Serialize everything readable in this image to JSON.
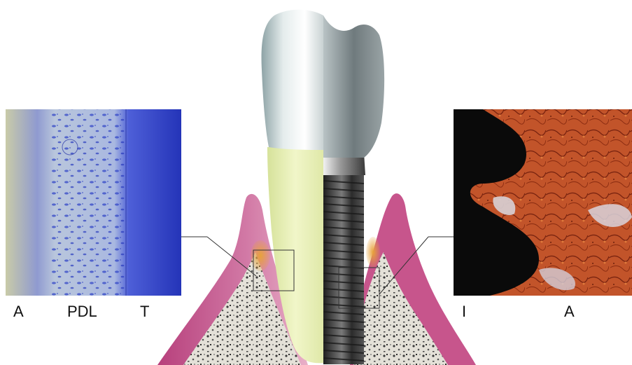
{
  "left_panel": {
    "labels": [
      "A",
      "PDL",
      "T"
    ]
  },
  "right_panel": {
    "labels": [
      "I",
      "A"
    ]
  },
  "colors": {
    "gingiva": "#c7558c",
    "bone": "#e6e3da",
    "crown": "#cfd8d8",
    "root": "#e8f0b8",
    "implant": "#3a3a3a",
    "tissue_blue": "#4a55c8",
    "tissue_orange": "#c2542a"
  }
}
